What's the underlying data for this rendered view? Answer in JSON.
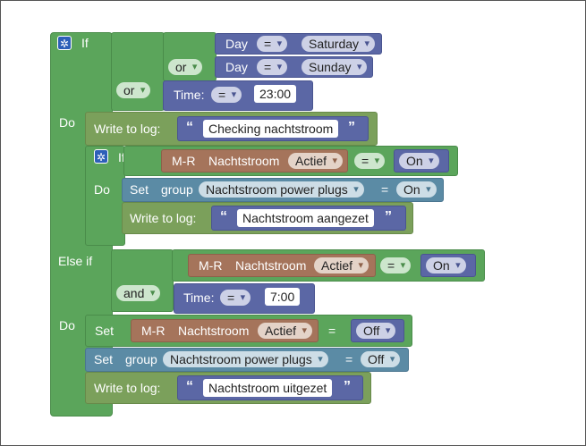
{
  "keywords": {
    "if": "If",
    "do": "Do",
    "else_if": "Else if",
    "or": "or",
    "and": "and",
    "write_to_log": "Write to log:",
    "set": "Set",
    "group": "group",
    "equals": "="
  },
  "conditions": {
    "day_label": "Day",
    "day1": "Saturday",
    "day2": "Sunday",
    "time_label": "Time:",
    "time1": "23:00",
    "time2": "7:00"
  },
  "strings": {
    "log1": "Checking nachtstroom",
    "log2": "Nachtstroom aangezet",
    "log3": "Nachtstroom uitgezet"
  },
  "devices": {
    "prefix": "M-R",
    "name": "Nachtstroom",
    "prop": "Actief",
    "group": "Nachtstroom power plugs"
  },
  "states": {
    "on": "On",
    "off": "Off"
  },
  "glyphs": {
    "quote_open": "“",
    "quote_close": "”",
    "gear": "✲"
  },
  "colors": {
    "logic_green": "#5ba55b",
    "compare_blue": "#5b67a5",
    "action_olive": "#7ba05b",
    "device_brown": "#a5745b",
    "set_teal": "#5b8ba5"
  }
}
